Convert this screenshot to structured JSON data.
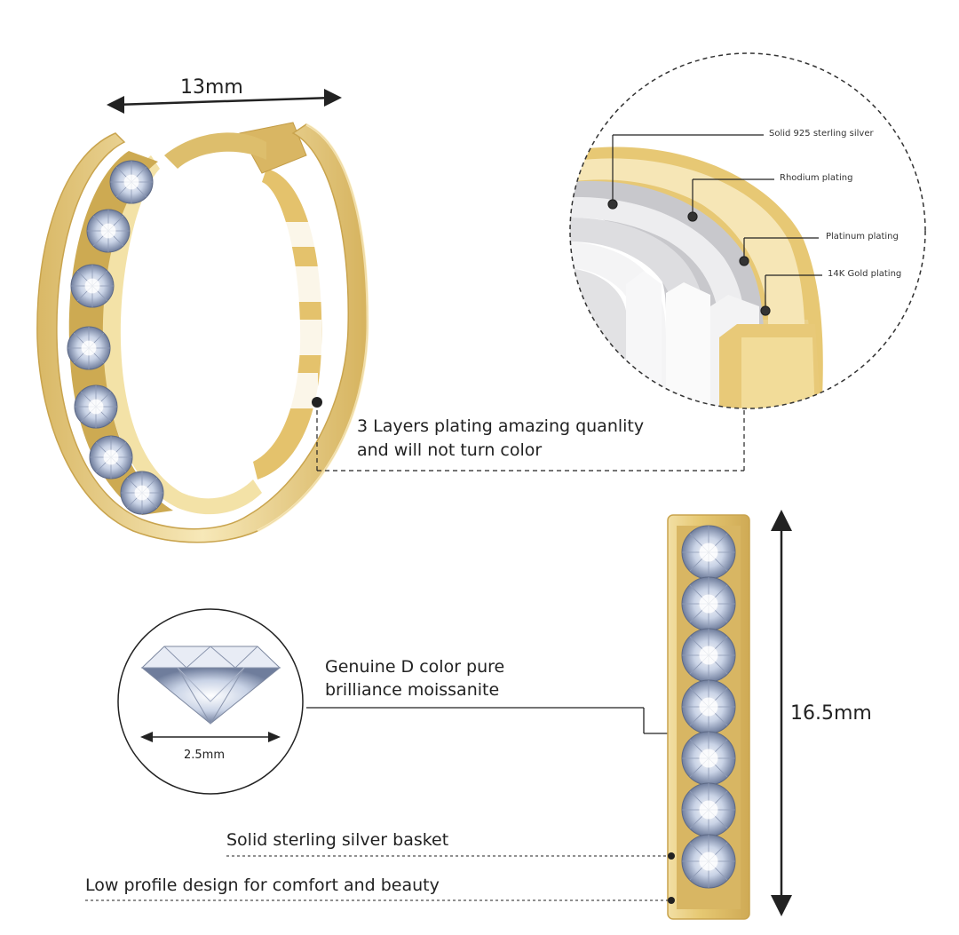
{
  "dimensions": {
    "width_label": "13mm",
    "height_label": "16.5mm",
    "stone_label": "2.5mm"
  },
  "plating_layers": [
    "Solid 925 sterling silver",
    "Rhodium plating",
    "Platinum plating",
    "14K Gold plating"
  ],
  "callouts": {
    "plating_line1": "3 Layers plating amazing quanlity",
    "plating_line2": "and will not turn color",
    "stone_line1": "Genuine D color pure",
    "stone_line2": "brilliance moissanite",
    "basket": "Solid sterling silver basket",
    "comfort": "Low profile design for comfort and beauty"
  },
  "colors": {
    "gold": "#E8CD7E",
    "gold_light": "#F6E6B3",
    "gold_dark": "#C9A44E",
    "silver": "#D9D9DC",
    "line": "#222222"
  }
}
